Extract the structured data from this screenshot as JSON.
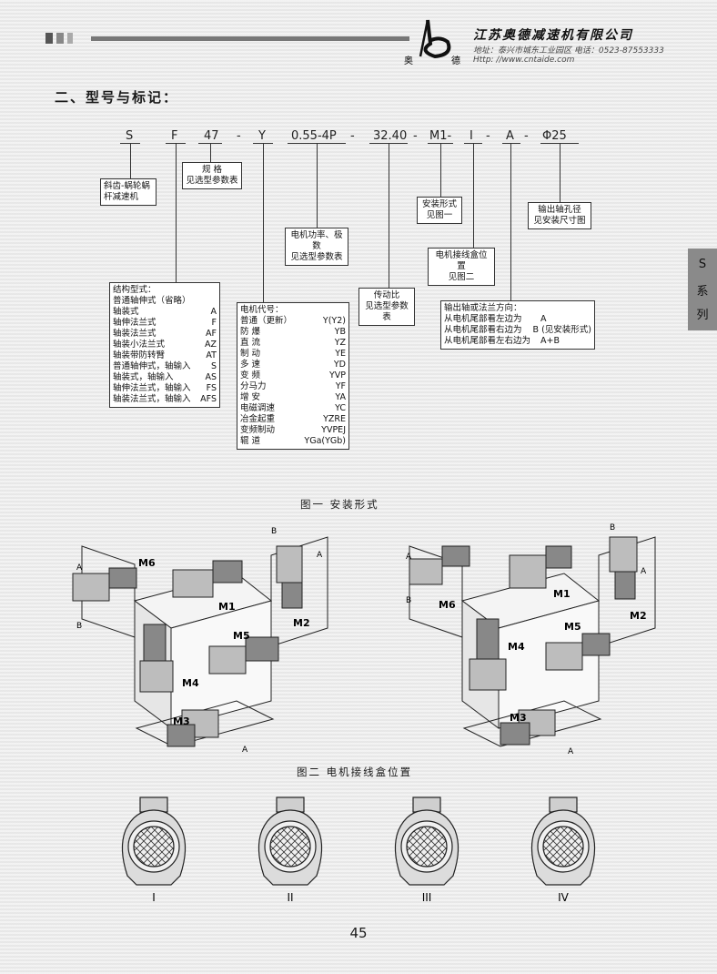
{
  "header": {
    "company": "江苏奥德减速机有限公司",
    "address": "地址：泰兴市城东工业园区   电话：0523-87553333",
    "website": "Http: //www.cntaide.com",
    "logo_char_left": "奥",
    "logo_char_right": "德"
  },
  "section_title": "二、型号与标记：",
  "model_code": {
    "parts": [
      "S",
      "F",
      "47",
      "-",
      "Y",
      "0.55-4P",
      "-",
      "32.40",
      "-",
      "M1-",
      "I",
      "-",
      "A",
      "-",
      "Φ25"
    ]
  },
  "labels": {
    "type": [
      "斜齿-蜗轮蜗",
      "杆减速机"
    ],
    "spec": [
      "规  格",
      "见选型参数表"
    ],
    "motor_power": [
      "电机功率、极数",
      "见选型参数表"
    ],
    "mount": [
      "安装形式",
      "见图一"
    ],
    "output_shaft": [
      "输出轴孔径",
      "见安装尺寸图"
    ],
    "terminal_box": [
      "电机接线盒位置",
      "见图二"
    ],
    "ratio": [
      "传动比",
      "见选型参数表"
    ]
  },
  "structure": {
    "title": "结构型式：",
    "rows": [
      [
        "普通轴伸式（省略）",
        ""
      ],
      [
        "轴装式",
        "A"
      ],
      [
        "轴伸法兰式",
        "F"
      ],
      [
        "轴装法兰式",
        "AF"
      ],
      [
        "轴装小法兰式",
        "AZ"
      ],
      [
        "轴装带防转臂",
        "AT"
      ],
      [
        "普通轴伸式，轴输入",
        "S"
      ],
      [
        "轴装式，轴输入",
        "AS"
      ],
      [
        "轴伸法兰式，轴输入",
        "FS"
      ],
      [
        "轴装法兰式，轴输入",
        "AFS"
      ]
    ]
  },
  "motor_code": {
    "title": "电机代号：",
    "rows": [
      [
        "普通（更新）",
        "Y(Y2)"
      ],
      [
        "防    爆",
        "YB"
      ],
      [
        "直    流",
        "YZ"
      ],
      [
        "制    动",
        "YE"
      ],
      [
        "多    速",
        "YD"
      ],
      [
        "变    频",
        "YVP"
      ],
      [
        "分马力",
        "YF"
      ],
      [
        "增    安",
        "YA"
      ],
      [
        "电磁调速",
        "YC"
      ],
      [
        "冶金起重",
        "YZRE"
      ],
      [
        "变频制动",
        "YVPEJ"
      ],
      [
        "辊    道",
        "YGa(YGb)"
      ]
    ]
  },
  "output_direction": {
    "title": "输出轴或法兰方向：",
    "rows": [
      [
        "从电机尾部看左边为",
        "A"
      ],
      [
        "从电机尾部看右边为",
        "B (见安装形式)"
      ],
      [
        "从电机尾部看左右边为",
        "A+B"
      ]
    ]
  },
  "side_tab": [
    "S",
    "系",
    "列"
  ],
  "figure1": {
    "caption": "图一  安装形式",
    "positions": [
      "M1",
      "M2",
      "M3",
      "M4",
      "M5",
      "M6"
    ],
    "side_a": "A",
    "side_b": "B"
  },
  "figure2": {
    "caption": "图二  电机接线盒位置",
    "positions": [
      "I",
      "II",
      "III",
      "IV"
    ]
  },
  "page_number": "45",
  "colors": {
    "background": "#ececec",
    "ink": "#1a1a1a",
    "tab": "#8a8a8a"
  }
}
